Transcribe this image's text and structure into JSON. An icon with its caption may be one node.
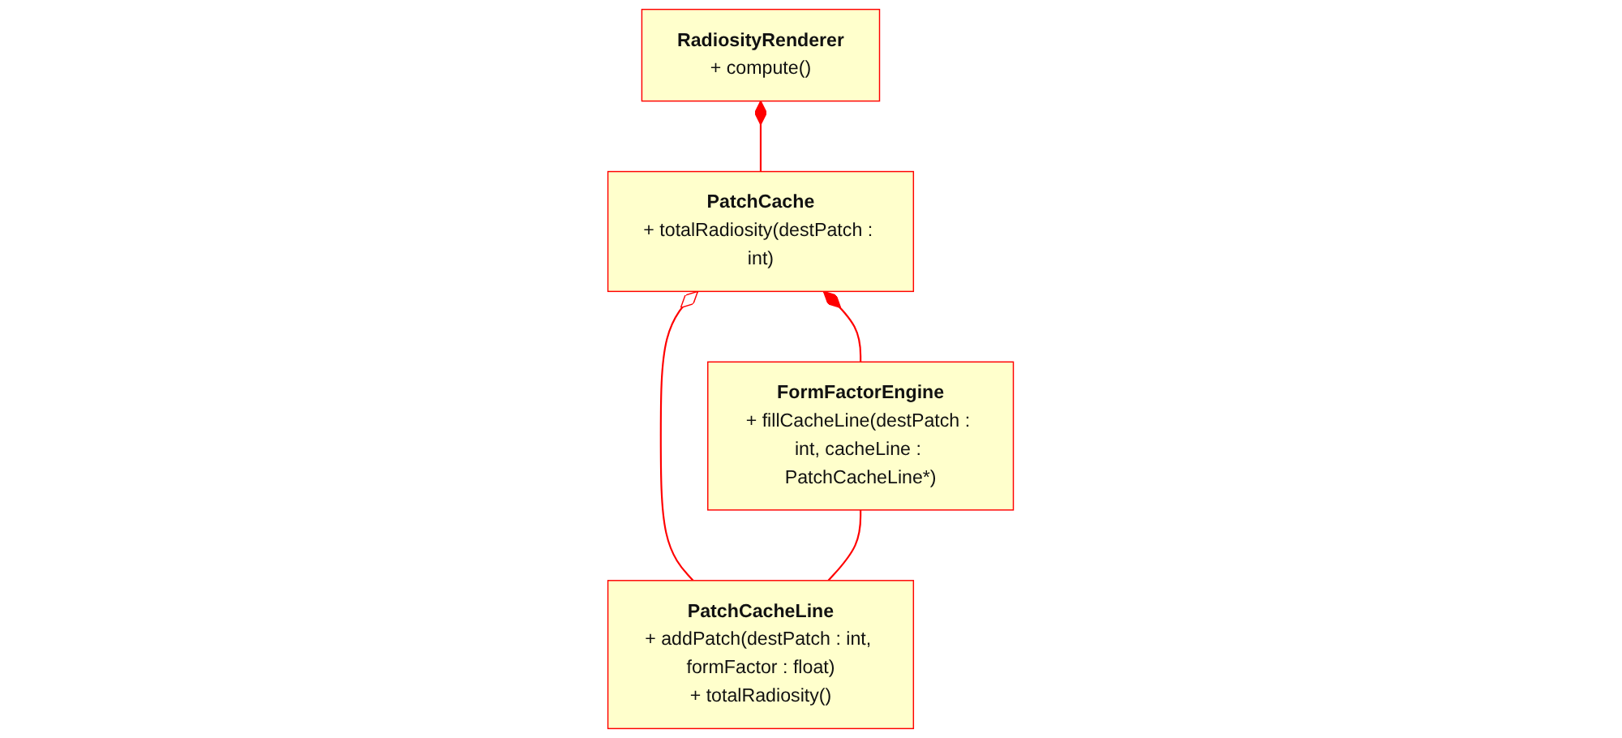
{
  "diagram": {
    "nodes": [
      {
        "text": [
          "RadiosityRenderer",
          "+ compute()"
        ]
      },
      {
        "text": [
          "PatchCache",
          "+ totalRadiosity(destPatch : int)"
        ]
      },
      {
        "text": [
          "FormFactorEngine",
          "+ fillCacheLine(destPatch : int, cacheLine : PatchCacheLine*)"
        ]
      },
      {
        "text": [
          "PatchCacheLine",
          "+ addPatch(destPatch : int, formFactor : float)",
          "+ totalRadiosity()"
        ]
      }
    ],
    "edges": [
      {
        "from": 0,
        "to": 1,
        "arrow": "other"
      },
      {
        "from": 1,
        "to": 2,
        "arrow": "other"
      },
      {
        "from": 1,
        "to": 3,
        "arrow": "other"
      },
      {
        "from": 2,
        "to": 3,
        "arrow": "none"
      }
    ]
  }
}
